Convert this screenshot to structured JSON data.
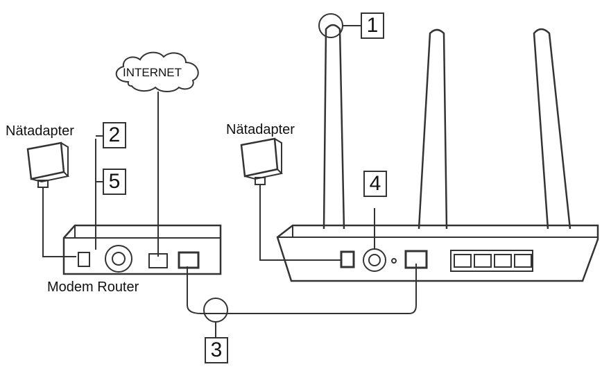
{
  "diagram": {
    "cloud_label": "INTERNET",
    "left_adapter_label": "Nätadapter",
    "right_adapter_label": "Nätadapter",
    "modem_label": "Modem Router",
    "callouts": [
      "1",
      "2",
      "3",
      "4",
      "5"
    ]
  }
}
